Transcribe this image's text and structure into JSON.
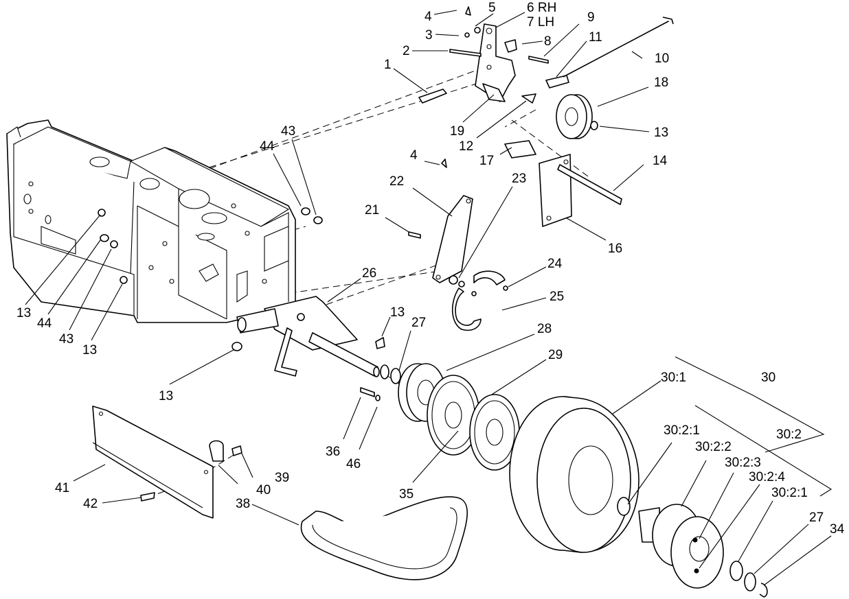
{
  "diagram": {
    "callouts": {
      "c1": "1",
      "c2": "2",
      "c3": "3",
      "c4a": "4",
      "c4b": "4",
      "c5": "5",
      "c6": "6 RH",
      "c7": "7 LH",
      "c8": "8",
      "c9": "9",
      "c10": "10",
      "c11": "11",
      "c12": "12",
      "c13a": "13",
      "c13b": "13",
      "c13c": "13",
      "c13d": "13",
      "c13e": "13",
      "c14": "14",
      "c16": "16",
      "c17": "17",
      "c18": "18",
      "c19": "19",
      "c21": "21",
      "c22": "22",
      "c23": "23",
      "c24": "24",
      "c25": "25",
      "c26": "26",
      "c27a": "27",
      "c27b": "27",
      "c28": "28",
      "c29": "29",
      "c30": "30",
      "c30_1": "30:1",
      "c30_2": "30:2",
      "c30_2_1a": "30:2:1",
      "c30_2_2": "30:2:2",
      "c30_2_3": "30:2:3",
      "c30_2_4": "30:2:4",
      "c30_2_1b": "30:2:1",
      "c34": "34",
      "c35": "35",
      "c36": "36",
      "c38": "38",
      "c39": "39",
      "c40": "40",
      "c41": "41",
      "c42": "42",
      "c43a": "43",
      "c43b": "43",
      "c44a": "44",
      "c44b": "44",
      "c46": "46"
    }
  }
}
